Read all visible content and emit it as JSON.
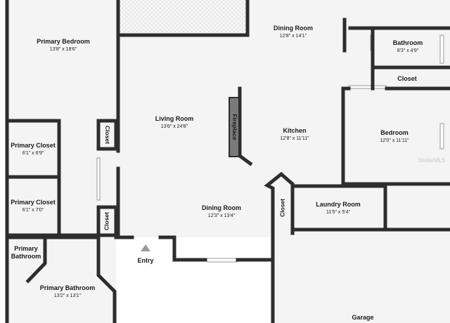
{
  "plan": {
    "watermark": "StellarMLS",
    "rooms": {
      "primary_bedroom": {
        "name": "Primary Bedroom",
        "dims": "13'8\" x 18'6\""
      },
      "dining_room_top": {
        "name": "Dining Room",
        "dims": "12'8\" x 14'1\""
      },
      "bathroom": {
        "name": "Bathroom",
        "dims": "8'3\" x 4'9\""
      },
      "closet_right": {
        "name": "Closet"
      },
      "living_room": {
        "name": "Living Room",
        "dims": "13'6\" x 24'8\""
      },
      "kitchen": {
        "name": "Kitchen",
        "dims": "12'8\" x 11'11\""
      },
      "bedroom": {
        "name": "Bedroom",
        "dims": "12'0\" x 11'11\""
      },
      "primary_closet_1": {
        "name": "Primary Closet",
        "dims": "6'1\" x 6'9\""
      },
      "primary_closet_2": {
        "name": "Primary Closet",
        "dims": "6'1\" x 7'0\""
      },
      "dining_room_center": {
        "name": "Dining Room",
        "dims": "12'3\" x 13'4\""
      },
      "laundry_room": {
        "name": "Laundry Room",
        "dims": "11'5\" x 5'4\""
      },
      "primary_bathroom_small": {
        "name": "Primary Bathroom"
      },
      "primary_bathroom": {
        "name": "Primary Bathroom",
        "dims": "13'2\" x 13'1\""
      },
      "entry": {
        "name": "Entry"
      },
      "garage": {
        "name": "Garage"
      },
      "closet_upper": {
        "name": "Closet"
      },
      "closet_lower": {
        "name": "Closet"
      },
      "closet_laundry": {
        "name": "Closet"
      },
      "fireplace": {
        "name": "Fireplace"
      }
    }
  }
}
